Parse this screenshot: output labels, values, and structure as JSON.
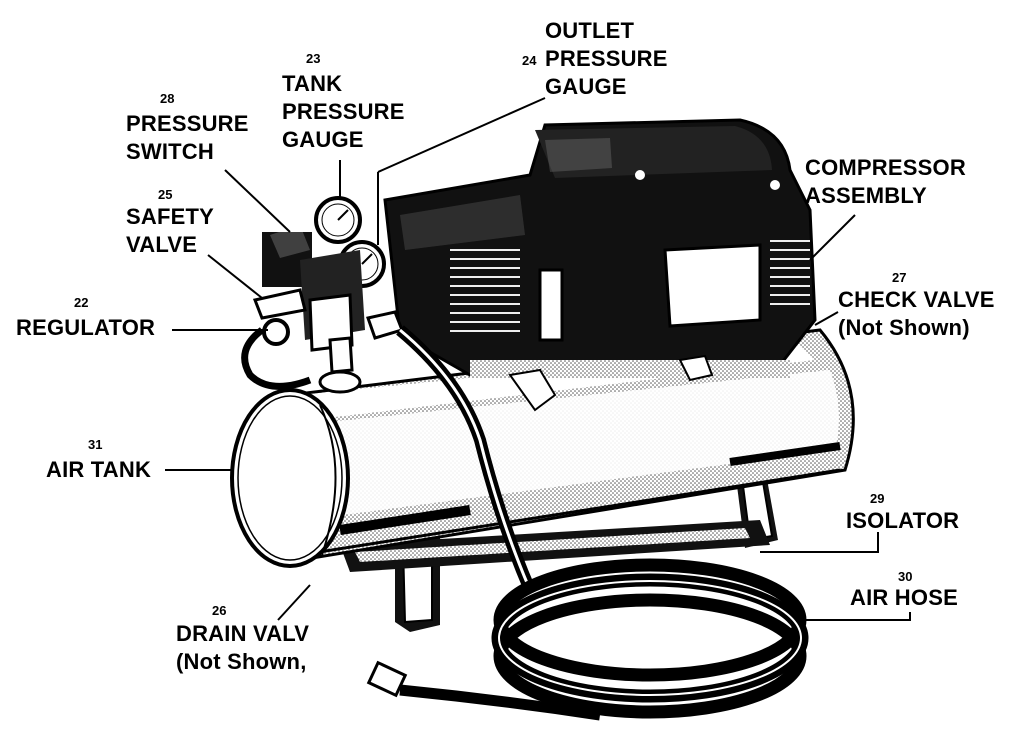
{
  "labels": {
    "outlet_gauge": {
      "number": "24",
      "lines": [
        "OUTLET",
        "PRESSURE",
        "GAUGE"
      ]
    },
    "tank_gauge": {
      "number": "23",
      "lines": [
        "TANK",
        "PRESSURE",
        "GAUGE"
      ]
    },
    "pressure_switch": {
      "number": "28",
      "lines": [
        "PRESSURE",
        "SWITCH"
      ]
    },
    "safety_valve": {
      "number": "25",
      "lines": [
        "SAFETY",
        "VALVE"
      ]
    },
    "regulator": {
      "number": "22",
      "lines": [
        "REGULATOR"
      ]
    },
    "air_tank": {
      "number": "31",
      "lines": [
        "AIR TANK"
      ]
    },
    "drain_valve": {
      "number": "26",
      "lines": [
        "DRAIN VALV",
        "(Not Shown,"
      ]
    },
    "compressor": {
      "lines": [
        "COMPRESSOR",
        "ASSEMBLY"
      ]
    },
    "check_valve": {
      "number": "27",
      "lines": [
        "CHECK VALVE",
        "(Not Shown)"
      ]
    },
    "isolator": {
      "number": "29",
      "lines": [
        "ISOLATOR"
      ]
    },
    "air_hose": {
      "number": "30",
      "lines": [
        "AIR HOSE"
      ]
    }
  }
}
